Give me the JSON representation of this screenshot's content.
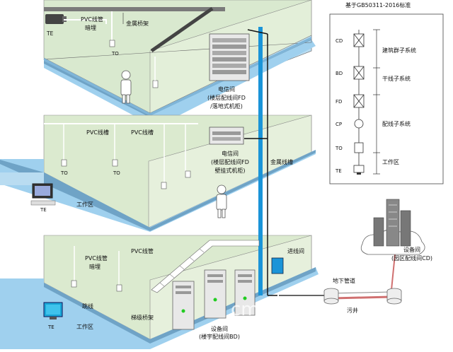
{
  "standard_title": "基于GB50311-2016标准",
  "labels": {
    "pvc_conduit": "PVC线管",
    "concealed": "暗埋",
    "metal_tray": "金属桥架",
    "te": "TE",
    "to": "TO",
    "telecom_room_f3": "电信间",
    "floor_dist_f3": "(楼层配线间FD",
    "floor_cabinet": "/落地式机柜)",
    "pvc_trough_1": "PVC线槽",
    "pvc_trough_2": "PVC线槽",
    "telecom_room_f2": "电信间",
    "floor_dist_f2": "(楼层配线间FD",
    "wall_cabinet": "壁挂式机柜)",
    "metal_trough": "金属线槽",
    "work_area_f2": "工作区",
    "pvc_conduit_f1": "PVC线管",
    "concealed_f1": "暗埋",
    "pvc_conduit_f1b": "PVC线管",
    "entrance_room": "进线间",
    "jumper": "跳线",
    "ladder_tray": "梯级桥架",
    "work_area_f1": "工作区",
    "equip_room": "设备间",
    "bldg_dist": "(楼宇配线间BD)",
    "underground_pipe": "地下管道",
    "manhole": "污井",
    "campus_equip_room": "设备间",
    "campus_dist": "(园区配线间CD)",
    "watermark": "cms"
  },
  "legend": {
    "nodes": [
      "CD",
      "BD",
      "FD",
      "CP",
      "TO",
      "TE"
    ],
    "subsystems": [
      "建筑群子系统",
      "干线子系统",
      "配线子系统",
      "工作区"
    ]
  }
}
